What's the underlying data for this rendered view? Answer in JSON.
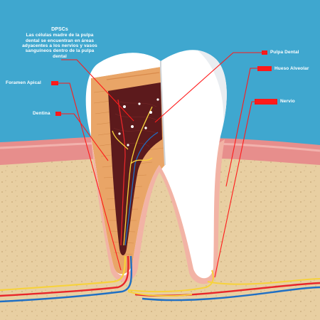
{
  "labels": {
    "dpsc_title": "DPSCs",
    "dpsc_line1": "Las células madre de la pulpa",
    "dpsc_line2": "dental se encuentran en áreas",
    "dpsc_line3": "adyacentes a los nervios y vasos",
    "dpsc_line4": "sanguíneos dentro de la pulpa",
    "dpsc_line5": "dental",
    "pulpa_dental": "Pulpa Dental",
    "hueso_alveolar": "Hueso Alveolar",
    "nervio": "Nervio",
    "foramen_apical": "Foramen Apical",
    "dentina": "Dentina"
  },
  "colors": {
    "sky": "#3fa7cf",
    "bone": "#e8cfa2",
    "gum": "#e78e8c",
    "enamel": "#ffffff",
    "dentin": "#e9a567",
    "pulp": "#5c1a1c",
    "pointer": "#ff1a1a",
    "vessel_red": "#e8262a",
    "vessel_blue": "#1f6fc4",
    "nerve_yellow": "#f7d23b"
  }
}
